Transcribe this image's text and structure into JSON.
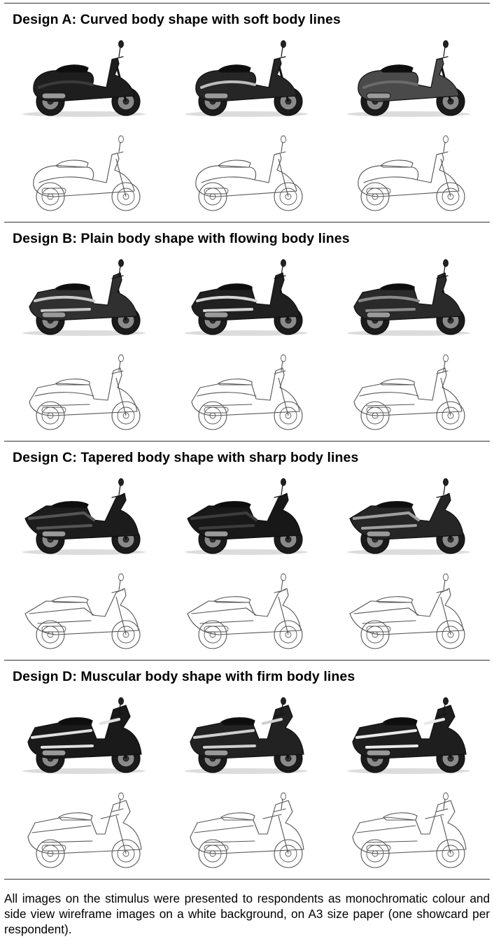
{
  "sections": [
    {
      "title": "Design A: Curved body shape with soft body lines",
      "style": "curved",
      "photos": [
        {
          "name": "scooter-photo-a1",
          "tone": "#1e1e1e",
          "panel": "#3a3a3a"
        },
        {
          "name": "scooter-photo-a2",
          "tone": "#262626",
          "panel": "#bdbdbd"
        },
        {
          "name": "scooter-photo-a3",
          "tone": "#4a4a4a",
          "panel": "#6a6a6a"
        }
      ],
      "wireframes": [
        {
          "name": "scooter-wireframe-a1"
        },
        {
          "name": "scooter-wireframe-a2"
        },
        {
          "name": "scooter-wireframe-a3"
        }
      ]
    },
    {
      "title": "Design B: Plain body shape with flowing body lines",
      "style": "plain",
      "photos": [
        {
          "name": "scooter-photo-b1",
          "tone": "#303030",
          "panel": "#c8c8c8"
        },
        {
          "name": "scooter-photo-b2",
          "tone": "#202020",
          "panel": "#d6d6d6"
        },
        {
          "name": "scooter-photo-b3",
          "tone": "#2a2a2a",
          "panel": "#8a8a8a"
        }
      ],
      "wireframes": [
        {
          "name": "scooter-wireframe-b1"
        },
        {
          "name": "scooter-wireframe-b2"
        },
        {
          "name": "scooter-wireframe-b3"
        }
      ]
    },
    {
      "title": "Design C: Tapered body shape with sharp body lines",
      "style": "tapered",
      "photos": [
        {
          "name": "scooter-photo-c1",
          "tone": "#1c1c1c",
          "panel": "#555555"
        },
        {
          "name": "scooter-photo-c2",
          "tone": "#181818",
          "panel": "#3c3c3c"
        },
        {
          "name": "scooter-photo-c3",
          "tone": "#262626",
          "panel": "#a0a0a0"
        }
      ],
      "wireframes": [
        {
          "name": "scooter-wireframe-c1"
        },
        {
          "name": "scooter-wireframe-c2"
        },
        {
          "name": "scooter-wireframe-c3"
        }
      ]
    },
    {
      "title": "Design D: Muscular body shape with firm body lines",
      "style": "muscular",
      "photos": [
        {
          "name": "scooter-photo-d1",
          "tone": "#1a1a1a",
          "panel": "#e0e0e0"
        },
        {
          "name": "scooter-photo-d2",
          "tone": "#222222",
          "panel": "#cfcfcf"
        },
        {
          "name": "scooter-photo-d3",
          "tone": "#1e1e1e",
          "panel": "#eaeaea"
        }
      ],
      "wireframes": [
        {
          "name": "scooter-wireframe-d1"
        },
        {
          "name": "scooter-wireframe-d2"
        },
        {
          "name": "scooter-wireframe-d3"
        }
      ]
    }
  ],
  "caption": "All images on the stimulus were presented to respondents as monochromatic colour and side view wireframe images on a white background, on A3 size paper (one showcard per respondent)."
}
